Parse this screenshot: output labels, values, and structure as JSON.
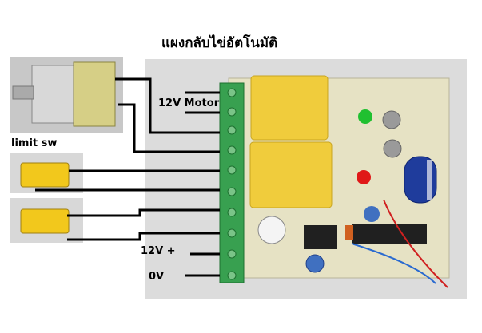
{
  "title": "แผงกลับไข่อัตโนมัติ",
  "labels": {
    "motor": "12V Motor",
    "limit_sw": "limit sw",
    "v12_plus": "12V +",
    "zero_v": "0V"
  },
  "colors": {
    "board_photo_bg": "#dcdcdc",
    "pcb": "#e6e2c4",
    "terminal_block": "#38a050",
    "relay": "#f0cc3c",
    "switch_body": "#f2c81c",
    "wire": "#000000",
    "led_green": "#20c030",
    "led_red": "#e01818",
    "capacitor": "#1f3c9c",
    "blue_wire": "#2a6ad0",
    "red_wire": "#d02020"
  }
}
